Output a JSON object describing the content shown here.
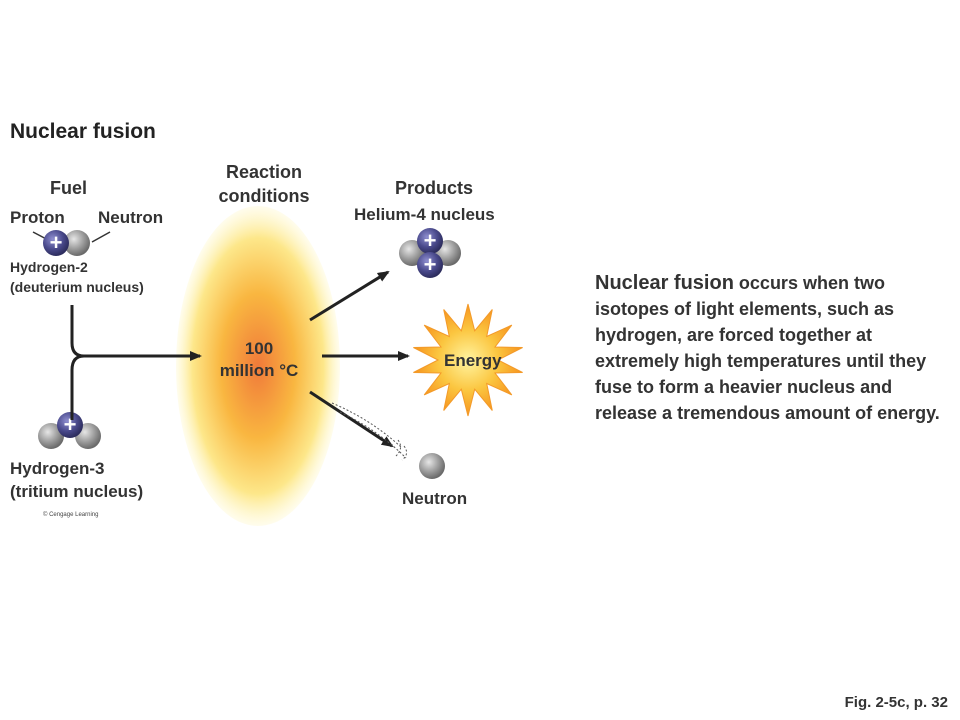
{
  "title": "Nuclear fusion",
  "headers": {
    "fuel": "Fuel",
    "reaction_conditions_line1": "Reaction",
    "reaction_conditions_line2": "conditions",
    "products": "Products"
  },
  "fuel": {
    "proton": "Proton",
    "neutron": "Neutron",
    "h2_line1": "Hydrogen-2",
    "h2_line2": "(deuterium nucleus)",
    "h3_line1": "Hydrogen-3",
    "h3_line2": "(tritium nucleus)"
  },
  "reaction": {
    "temp_line1": "100",
    "temp_line2": "million °C"
  },
  "products": {
    "helium": "Helium-4 nucleus",
    "energy": "Energy",
    "neutron": "Neutron"
  },
  "description": {
    "lead": "Nuclear fusion",
    "rest": " occurs when two isotopes of light elements, such as hydrogen, are forced together at extremely high temperatures until they fuse to form a heavier nucleus and release a tremendous amount of energy."
  },
  "copyright": "© Cengage Learning",
  "figure_ref": "Fig. 2-5c, p. 32",
  "colors": {
    "proton": "#4a4a8c",
    "neutron": "#9a9a9a",
    "heat_center": "#f07a3a",
    "heat_edge": "#fff7c2",
    "energy_star": "#f6941e",
    "arrow": "#222222"
  }
}
